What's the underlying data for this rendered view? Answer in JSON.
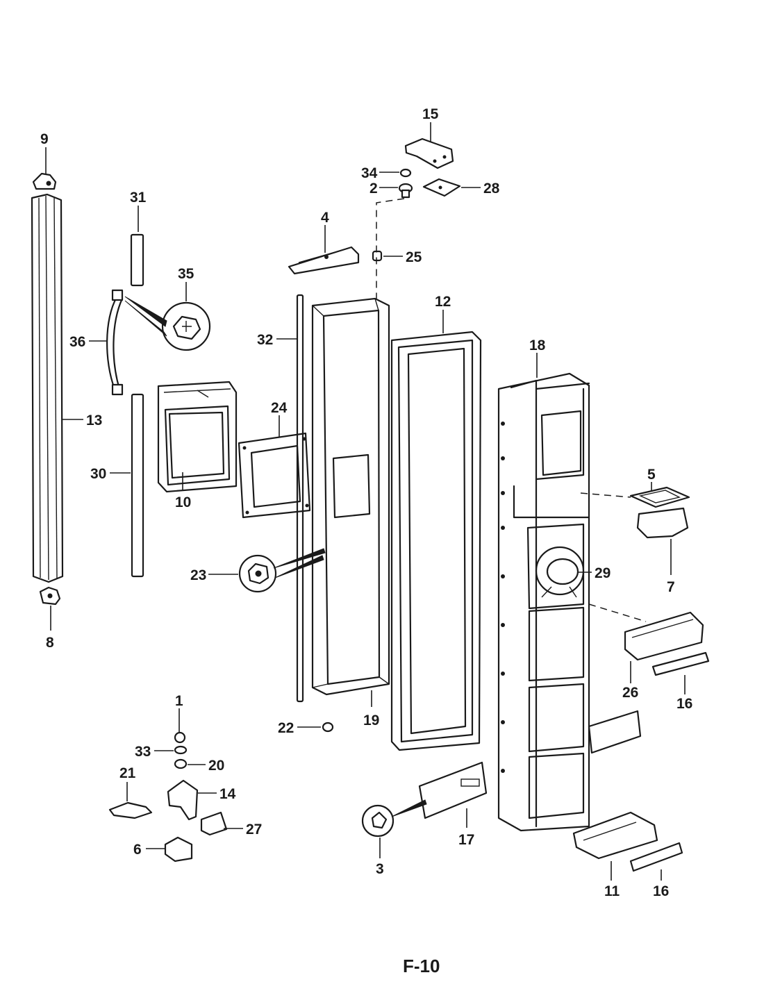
{
  "figure": {
    "page_code": "F-10",
    "callouts": [
      {
        "id": "c9",
        "label": "9"
      },
      {
        "id": "c13",
        "label": "13"
      },
      {
        "id": "c8",
        "label": "8"
      },
      {
        "id": "c31",
        "label": "31"
      },
      {
        "id": "c35",
        "label": "35"
      },
      {
        "id": "c36",
        "label": "36"
      },
      {
        "id": "c30",
        "label": "30"
      },
      {
        "id": "c10",
        "label": "10"
      },
      {
        "id": "c24",
        "label": "24"
      },
      {
        "id": "c32",
        "label": "32"
      },
      {
        "id": "c23",
        "label": "23"
      },
      {
        "id": "c4",
        "label": "4"
      },
      {
        "id": "c25",
        "label": "25"
      },
      {
        "id": "c34",
        "label": "34"
      },
      {
        "id": "c2",
        "label": "2"
      },
      {
        "id": "c15",
        "label": "15"
      },
      {
        "id": "c28",
        "label": "28"
      },
      {
        "id": "c12",
        "label": "12"
      },
      {
        "id": "c19",
        "label": "19"
      },
      {
        "id": "c22",
        "label": "22"
      },
      {
        "id": "c18",
        "label": "18"
      },
      {
        "id": "c5",
        "label": "5"
      },
      {
        "id": "c7",
        "label": "7"
      },
      {
        "id": "c29",
        "label": "29"
      },
      {
        "id": "c26",
        "label": "26"
      },
      {
        "id": "c16a",
        "label": "16"
      },
      {
        "id": "c16b",
        "label": "16"
      },
      {
        "id": "c11",
        "label": "11"
      },
      {
        "id": "c17",
        "label": "17"
      },
      {
        "id": "c3",
        "label": "3"
      },
      {
        "id": "c1",
        "label": "1"
      },
      {
        "id": "c33",
        "label": "33"
      },
      {
        "id": "c20",
        "label": "20"
      },
      {
        "id": "c21",
        "label": "21"
      },
      {
        "id": "c14",
        "label": "14"
      },
      {
        "id": "c27",
        "label": "27"
      },
      {
        "id": "c6",
        "label": "6"
      }
    ]
  }
}
